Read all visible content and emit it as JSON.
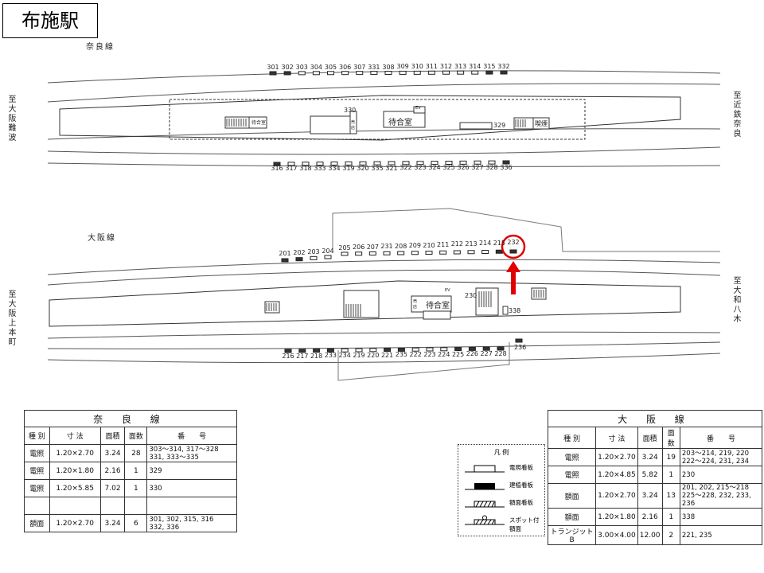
{
  "station_title": "布施駅",
  "nara": {
    "line_label": "奈良線",
    "dir_left": "至大阪難波",
    "dir_right": "至近鉄奈良",
    "top_signs": [
      "301",
      "302",
      "303",
      "304",
      "305",
      "306",
      "307",
      "331",
      "308",
      "309",
      "310",
      "311",
      "312",
      "313",
      "314",
      "315",
      "332"
    ],
    "bottom_signs": [
      "316",
      "317",
      "318",
      "333",
      "334",
      "319",
      "320",
      "335",
      "321",
      "322",
      "323",
      "324",
      "325",
      "326",
      "327",
      "328",
      "336"
    ],
    "waiting_room": "待合室",
    "waiting_room_small": "待合室",
    "smoking": "喫煙",
    "ev": "EV",
    "shop": "売店",
    "sign_330": "330",
    "sign_329": "329"
  },
  "osaka": {
    "line_label": "大阪線",
    "dir_left": "至大阪上本町",
    "dir_right": "至大和八木",
    "top_signs_a": [
      "201",
      "202",
      "203",
      "204"
    ],
    "top_signs_b": [
      "205",
      "206",
      "207",
      "231",
      "208",
      "209",
      "210",
      "211",
      "212",
      "213",
      "214",
      "215",
      "232"
    ],
    "bottom_signs": [
      "216",
      "217",
      "218",
      "233",
      "234",
      "219",
      "220",
      "221",
      "235",
      "222",
      "223",
      "224",
      "225",
      "226",
      "227",
      "228"
    ],
    "sign_236": "236",
    "waiting_room": "待合室",
    "ev": "EV",
    "shop": "売店",
    "sign_230": "230",
    "sign_338": "338",
    "highlighted": "232"
  },
  "hatched_signs": [
    "301",
    "302",
    "315",
    "316",
    "332",
    "336",
    "201",
    "202",
    "215",
    "216",
    "217",
    "218",
    "225",
    "226",
    "227",
    "228",
    "232",
    "233",
    "236",
    "221",
    "235"
  ],
  "highlight_color": "#e00000",
  "nara_table": {
    "title": "奈 良 線",
    "headers": [
      "種 別",
      "寸 法",
      "面積",
      "面数",
      "番　　号"
    ],
    "rows": [
      [
        "電照",
        "1.20×2.70",
        "3.24",
        "28",
        "303～314, 317～328\n331, 333～335"
      ],
      [
        "電照",
        "1.20×1.80",
        "2.16",
        "1",
        "329"
      ],
      [
        "電照",
        "1.20×5.85",
        "7.02",
        "1",
        "330"
      ],
      [
        "",
        "",
        "",
        "",
        ""
      ],
      [
        "額面",
        "1.20×2.70",
        "3.24",
        "6",
        "301, 302, 315, 316\n332, 336"
      ]
    ]
  },
  "osaka_table": {
    "title": "大 阪 線",
    "headers": [
      "種 別",
      "寸 法",
      "面積",
      "面数",
      "番　　号"
    ],
    "rows": [
      [
        "電照",
        "1.20×2.70",
        "3.24",
        "19",
        "203～214, 219, 220\n222～224, 231, 234"
      ],
      [
        "電照",
        "1.20×4.85",
        "5.82",
        "1",
        "230"
      ],
      [
        "額面",
        "1.20×2.70",
        "3.24",
        "13",
        "201, 202, 215～218\n225～228, 232, 233, 236"
      ],
      [
        "額面",
        "1.20×1.80",
        "2.16",
        "1",
        "338"
      ],
      [
        "トランジットB",
        "3.00×4.00",
        "12.00",
        "2",
        "221, 235"
      ]
    ]
  },
  "legend": {
    "title": "凡 例",
    "items": [
      "電照看板",
      "建植看板",
      "額面看板",
      "スポット付額面"
    ]
  }
}
